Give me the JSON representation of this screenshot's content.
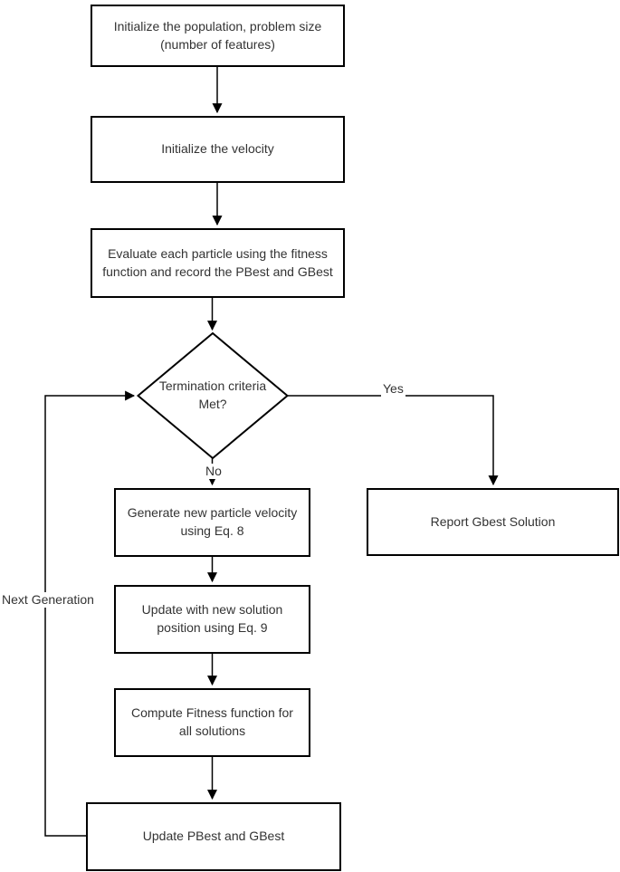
{
  "diagram": {
    "title": "PSO feature-selection flowchart",
    "colors": {
      "background": "#ffffff",
      "stroke": "#000000",
      "text": "#333333"
    },
    "nodes": {
      "init_population": {
        "label": "Initialize the population, problem size (number of features)"
      },
      "init_velocity": {
        "label": "Initialize the velocity"
      },
      "evaluate_particles": {
        "label": "Evaluate each particle using the fitness function and record the PBest and GBest"
      },
      "termination_decision": {
        "label": "Termination criteria Met?"
      },
      "report_gbest": {
        "label": "Report Gbest Solution"
      },
      "generate_velocity": {
        "label": "Generate new particle velocity using Eq. 8"
      },
      "update_position": {
        "label": "Update with new solution position using Eq. 9"
      },
      "compute_fitness": {
        "label": "Compute Fitness function for all solutions"
      },
      "update_pbest_gbest": {
        "label": "Update PBest and GBest"
      }
    },
    "edge_labels": {
      "yes": "Yes",
      "no": "No",
      "next_generation": "Next Generation"
    }
  }
}
